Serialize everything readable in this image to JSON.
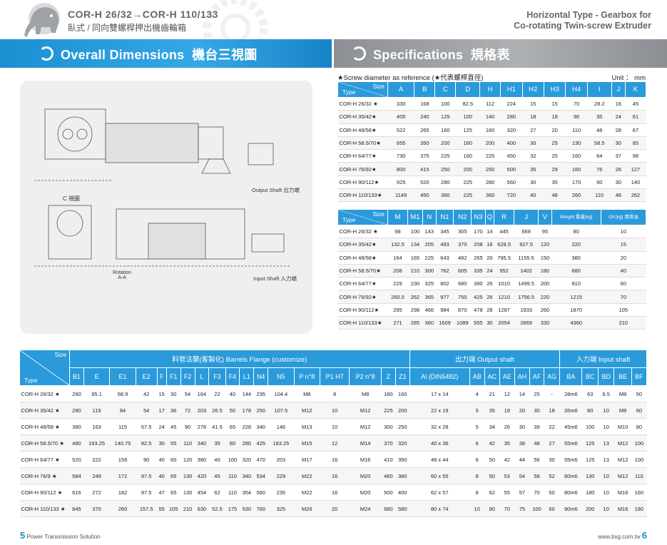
{
  "header": {
    "model_line": "COR-H 26/32→COR-H 110/133",
    "subtitle_zh": "臥式 / 同向雙螺桿押出機齒輪箱",
    "right_line1": "Horizontal Type - Gearbox for",
    "right_line2": "Co-rotating Twin-screw Extruder"
  },
  "band_left": {
    "title": "Overall Dimensions",
    "title_zh": "機台三視圖"
  },
  "band_right": {
    "title": "Specifications",
    "title_zh": "規格表"
  },
  "drawing": {
    "label_c": "C 視圖",
    "label_output": "Output Shaft 出力端",
    "label_input": "Input Shaft 入力端",
    "label_rotation": "Rotation",
    "label_aa": "A-A"
  },
  "spec_note": "★Screw diameter as reference (★代表螺桿直徑)",
  "unit": "Unit ： mm",
  "size_label": "Size",
  "type_label": "Type",
  "table1": {
    "headers": [
      "A",
      "B",
      "C",
      "D",
      "H",
      "H1",
      "H2",
      "H3",
      "H4",
      "I",
      "J",
      "K"
    ],
    "rows": [
      [
        "COR-H 26/32 ★",
        "330",
        "168",
        "100",
        "82.5",
        "112",
        "224",
        "15",
        "15",
        "70",
        "28.2",
        "16",
        "45"
      ],
      [
        "COR-H 35/42★",
        "405",
        "240",
        "125",
        "100",
        "140",
        "280",
        "18",
        "18",
        "90",
        "35",
        "24",
        "61"
      ],
      [
        "COR-H 48/58★",
        "522",
        "265",
        "160",
        "125",
        "160",
        "320",
        "27",
        "20",
        "110",
        "48",
        "28",
        "67"
      ],
      [
        "COR-H 58.5/70★",
        "655",
        "350",
        "200",
        "160",
        "200",
        "400",
        "30",
        "25",
        "130",
        "58.5",
        "30",
        "85"
      ],
      [
        "COR-H 64/77★",
        "730",
        "375",
        "225",
        "160",
        "225",
        "450",
        "32",
        "25",
        "160",
        "64",
        "37",
        "98"
      ],
      [
        "COR-H 76/92★",
        "800",
        "415",
        "250",
        "200",
        "250",
        "500",
        "35",
        "29",
        "160",
        "76",
        "28",
        "127"
      ],
      [
        "COR-H 90/112★",
        "925",
        "520",
        "280",
        "225",
        "280",
        "560",
        "30",
        "35",
        "170",
        "90",
        "30",
        "140"
      ],
      [
        "COR-H 110/133★",
        "1149",
        "450",
        "360",
        "225",
        "360",
        "720",
        "40",
        "48",
        "260",
        "110",
        "48",
        "262"
      ]
    ]
  },
  "table2": {
    "headers": [
      "M",
      "M1",
      "N",
      "N1",
      "N2",
      "N3",
      "Q",
      "R",
      "J",
      "V"
    ],
    "weight_label": "Weight 重量[kg]",
    "oil_label": "Oil [kg] 潤滑油",
    "rows": [
      [
        "COR-H 26/32 ★",
        "98",
        "100",
        "143",
        "345",
        "305",
        "170",
        "14",
        "445",
        "669",
        "95",
        "80",
        "10"
      ],
      [
        "COR-H 35/42★",
        "132.5",
        "134",
        "205",
        "493",
        "370",
        "208",
        "18",
        "628.5",
        "927.5",
        "120",
        "220",
        "15"
      ],
      [
        "COR-H 48/58★",
        "164",
        "165",
        "225",
        "643",
        "482",
        "265",
        "20",
        "795.5",
        "1155.5",
        "150",
        "380",
        "20"
      ],
      [
        "COR-H 58.5/70★",
        "208",
        "210",
        "300",
        "762",
        "605",
        "335",
        "24",
        "952",
        "1402",
        "180",
        "680",
        "40"
      ],
      [
        "COR-H 64/77★",
        "229",
        "230",
        "325",
        "802",
        "680",
        "390",
        "26",
        "1010",
        "1499.5",
        "200",
        "810",
        "60"
      ],
      [
        "COR-H 76/92★",
        "260.5",
        "262",
        "365",
        "977",
        "750",
        "425",
        "26",
        "1210",
        "1756.5",
        "220",
        "1215",
        "70"
      ],
      [
        "COR-H 90/112★",
        "295",
        "298",
        "466",
        "984",
        "870",
        "478",
        "28",
        "1287",
        "1933",
        "260",
        "1870",
        "105"
      ],
      [
        "COR-H 110/133★",
        "271",
        "285",
        "360",
        "1609",
        "1089",
        "555",
        "30",
        "2054",
        "2869",
        "330",
        "4360",
        "210"
      ]
    ]
  },
  "table3": {
    "group1": "料管法蘭(客製化) Barrels Flange (customize)",
    "group2": "出力端 Output shaft",
    "group3": "入力端 Input shaft",
    "headers": [
      "B1",
      "E",
      "E1",
      "E2",
      "F",
      "F1",
      "F2",
      "L",
      "F3",
      "F4",
      "L1",
      "N4",
      "N5",
      "P n°8",
      "P1 H7",
      "P2 n°8",
      "Z",
      "Z1",
      "Al (DIN5482)",
      "AB",
      "AC",
      "AE",
      "AH",
      "AF",
      "AG",
      "BA",
      "BC",
      "BD",
      "BE",
      "BF"
    ],
    "rows": [
      [
        "COR-H 26/32 ★",
        "260",
        "95.1",
        "68.9",
        "42",
        "15",
        "30",
        "54",
        "164",
        "22",
        "40",
        "144",
        "235",
        "104.4",
        "M8",
        "8",
        "M8",
        "180",
        "160",
        "17 x 14",
        "4",
        "21",
        "12",
        "14",
        "25",
        "-",
        "28m6",
        "63",
        "6.5",
        "M8",
        "50"
      ],
      [
        "COR-H 35/42 ★",
        "280",
        "119",
        "84",
        "54",
        "17",
        "36",
        "72",
        "203",
        "26.5",
        "50",
        "178",
        "250",
        "107.5",
        "M12",
        "10",
        "M12",
        "225",
        "200",
        "22 x 19",
        "5",
        "35",
        "19",
        "20",
        "30",
        "18",
        "35m6",
        "80",
        "10",
        "M8",
        "60"
      ],
      [
        "COR-H 48/58 ★",
        "380",
        "163",
        "115",
        "67.5",
        "24",
        "45",
        "90",
        "278",
        "41.5",
        "65",
        "228",
        "340",
        "146",
        "M13",
        "10",
        "M12",
        "300",
        "250",
        "32 x 28",
        "5",
        "34",
        "26",
        "30",
        "39",
        "22",
        "45m6",
        "100",
        "10",
        "M10",
        "80"
      ],
      [
        "COR-H 58.5/70 ★",
        "480",
        "193.25",
        "140.75",
        "82.5",
        "30",
        "55",
        "110",
        "340",
        "35",
        "80",
        "280",
        "425",
        "183.25",
        "M15",
        "12",
        "M14",
        "370",
        "320",
        "40 x 36",
        "6",
        "42",
        "35",
        "38",
        "48",
        "27",
        "55m6",
        "125",
        "13",
        "M12",
        "100"
      ],
      [
        "COR-H 64/77 ★",
        "520",
        "222",
        "156",
        "90",
        "40",
        "60",
        "120",
        "380",
        "40",
        "100",
        "320",
        "470",
        "203",
        "M17",
        "16",
        "M16",
        "410",
        "350",
        "48 x 44",
        "6",
        "50",
        "42",
        "44",
        "56",
        "30",
        "55m6",
        "125",
        "13",
        "M12",
        "100"
      ],
      [
        "COR-H 76/9 ★",
        "584",
        "249",
        "172",
        "97.5",
        "40",
        "65",
        "130",
        "420",
        "45",
        "110",
        "340",
        "534",
        "229",
        "M22",
        "16",
        "M20",
        "460",
        "380",
        "60 x 55",
        "8",
        "50",
        "53",
        "54",
        "58",
        "52",
        "60m6",
        "130",
        "10",
        "M12",
        "110"
      ],
      [
        "COR-H 90/112 ★",
        "616",
        "272",
        "182",
        "97.5",
        "47",
        "65",
        "130",
        "454",
        "62",
        "110",
        "354",
        "560",
        "235",
        "M22",
        "16",
        "M20",
        "500",
        "400",
        "62 x 57",
        "8",
        "62",
        "55",
        "57",
        "70",
        "50",
        "80m6",
        "180",
        "10",
        "M16",
        "160"
      ],
      [
        "COR-H 110/133 ★",
        "845",
        "370",
        "260",
        "157.5",
        "55",
        "105",
        "210",
        "630",
        "52.5",
        "175",
        "530",
        "760",
        "325",
        "M26",
        "20",
        "M24",
        "680",
        "580",
        "80 x 74",
        "10",
        "90",
        "70",
        "75",
        "100",
        "60",
        "90m6",
        "200",
        "10",
        "M16",
        "180"
      ]
    ]
  },
  "footer": {
    "page_left": "5",
    "left_text": "Power Transmission Solution",
    "right_text": "www.bsg.com.tw",
    "page_right": "6"
  }
}
